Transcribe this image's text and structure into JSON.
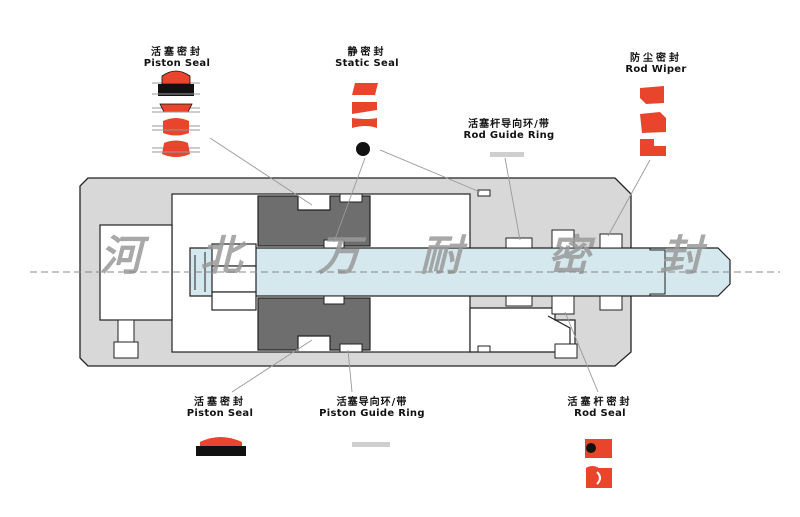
{
  "colors": {
    "body_fill": "#d8d8d8",
    "cavity_fill": "#ffffff",
    "rod_fill": "#d5e8ee",
    "piston_fill": "#6e6e6e",
    "seal_red": "#e8452c",
    "seal_black": "#111111",
    "guide_gray": "#cfcfcf",
    "watermark": "#9a9a9a",
    "centerline": "#888888"
  },
  "labels": {
    "piston_seal_top": {
      "zh": "活塞密封",
      "en": "Piston Seal"
    },
    "static_seal": {
      "zh": "静密封",
      "en": "Static Seal"
    },
    "rod_wiper": {
      "zh": "防尘密封",
      "en": "Rod Wiper"
    },
    "rod_guide_ring": {
      "zh": "活塞杆导向环/带",
      "en": "Rod Guide Ring"
    },
    "piston_seal_bottom": {
      "zh": "活塞密封",
      "en": "Piston Seal"
    },
    "piston_guide_ring": {
      "zh": "活塞导向环/带",
      "en": "Piston Guide Ring"
    },
    "rod_seal": {
      "zh": "活塞杆密封",
      "en": "Rod Seal"
    }
  },
  "watermark": [
    "河",
    "北",
    "万",
    "耐",
    "密",
    "封"
  ]
}
